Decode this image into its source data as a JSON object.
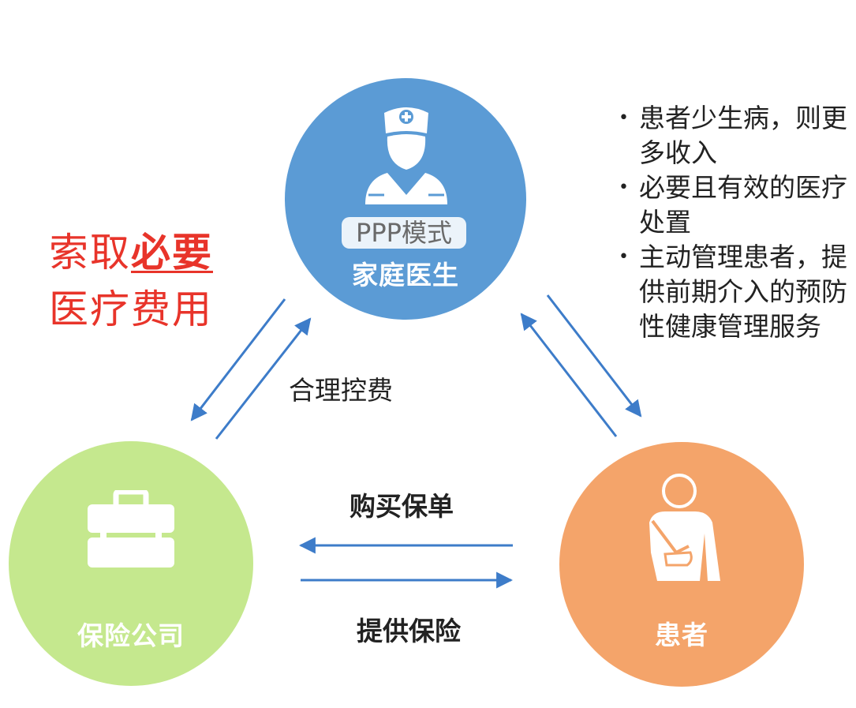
{
  "nodes": {
    "doctor": {
      "tag": "PPP模式",
      "label": "家庭医生",
      "color": "#5b9bd5",
      "icon": "doctor-icon"
    },
    "insurer": {
      "label": "保险公司",
      "color": "#c5e88e",
      "icon": "briefcase-icon"
    },
    "patient": {
      "label": "患者",
      "color": "#f4a46a",
      "icon": "injured-patient-icon"
    }
  },
  "slogan": {
    "line1_prefix": "索取",
    "line1_emphasis": "必要",
    "line2": "医疗费用",
    "color": "#e8342a"
  },
  "benefits": [
    "患者少生病，则更多收入",
    "必要且有效的医疗处置",
    "主动管理患者，提供前期介入的预防性健康管理服务"
  ],
  "flows": {
    "cost_control": "合理控费",
    "buy_policy": "购买保单",
    "provide_insurance": "提供保险"
  },
  "arrow_color": "#3d7cc9"
}
